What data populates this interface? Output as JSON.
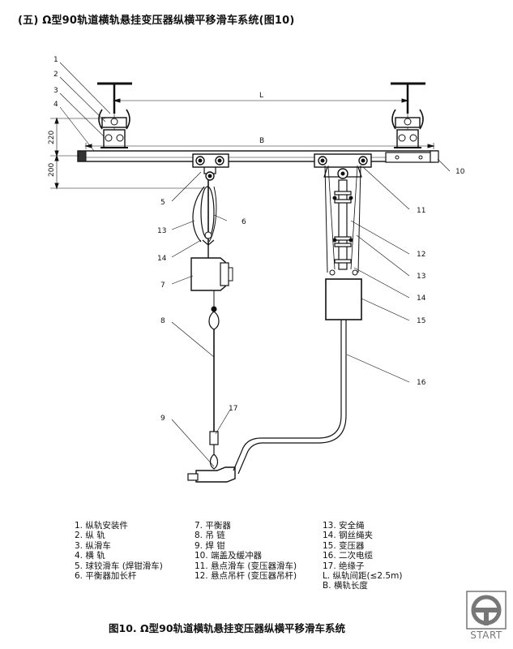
{
  "title": "(五) Ω型90轨道横轨悬挂变压器纵横平移滑车系统(图10)",
  "caption": "图10. Ω型90轨道横轨悬挂变压器纵横平移滑车系统",
  "dimensions": {
    "L": "L",
    "B": "B",
    "h220": "220",
    "h200": "200"
  },
  "callouts": [
    "1",
    "2",
    "3",
    "4",
    "5",
    "13",
    "6",
    "14",
    "7",
    "8",
    "9",
    "17",
    "10",
    "11",
    "12",
    "13",
    "14",
    "15",
    "16"
  ],
  "legend_col1": [
    "1. 纵轨安装件",
    "2. 纵  轨",
    "3. 纵滑车",
    "4. 横  轨",
    "5. 球铰滑车 (焊钳滑车)",
    "6. 平衡器加长杆"
  ],
  "legend_col2": [
    "7. 平衡器",
    "8. 吊  链",
    "9. 焊  钳",
    "10. 端盖及缓冲器",
    "11. 悬点滑车 (变压器滑车)",
    "12. 悬点吊杆 (变压器吊杆)"
  ],
  "legend_col3": [
    "13. 安全绳",
    "14. 钢丝绳夹",
    "15. 变压器",
    "16. 二次电缆",
    "17. 绝缘子",
    "L. 纵轨间距(≤2.5m)",
    "B. 横轨长度"
  ],
  "logo": {
    "text": "START",
    "icon": "start-logo-icon",
    "color": "#777777"
  }
}
